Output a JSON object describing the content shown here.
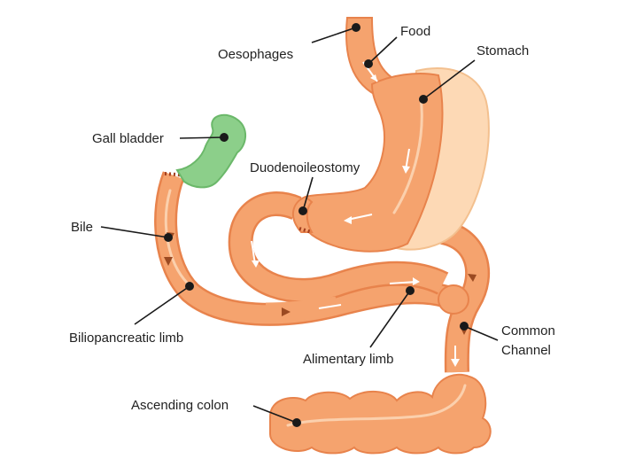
{
  "labels": {
    "oesophages": "Oesophages",
    "food": "Food",
    "stomach": "Stomach",
    "gall_bladder": "Gall bladder",
    "duodenoileostomy": "Duodenoileostomy",
    "bile": "Bile",
    "biliopancreatic_limb": "Biliopancreatic limb",
    "alimentary_limb": "Alimentary limb",
    "common_channel_line1": "Common",
    "common_channel_line2": "Channel",
    "ascending_colon": "Ascending colon"
  },
  "colors": {
    "intestine_fill": "#f5a36e",
    "intestine_outline": "#e8834c",
    "intestine_highlight": "#f9c39b",
    "stomach_pouch": "#fdd9b5",
    "gall_bladder": "#8ccf8a",
    "gall_bladder_outline": "#6bb86a",
    "flow_arrow_white": "#ffffff",
    "flow_arrow_brown": "#9b4a22"
  }
}
